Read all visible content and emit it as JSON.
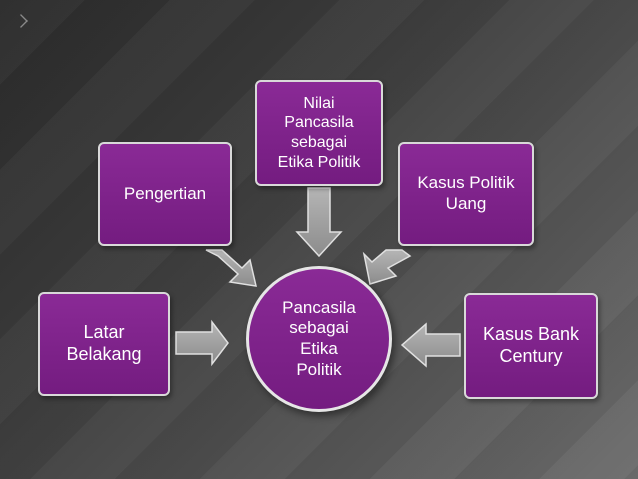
{
  "diagram": {
    "center": "Pancasila\nsebagai\nEtika\nPolitik",
    "nodes": {
      "latar_belakang": "Latar\nBelakang",
      "pengertian": "Pengertian",
      "nilai_pancasila": "Nilai\nPancasila\nsebagai\nEtika Politik",
      "kasus_politik_uang": "Kasus Politik\nUang",
      "kasus_bank_century": "Kasus Bank\nCentury"
    }
  },
  "colors": {
    "node_fill": "#7a1f86",
    "node_border": "#d9d9d9",
    "arrow_fill": "#9a9a9a",
    "background": "#3a3a3a"
  }
}
